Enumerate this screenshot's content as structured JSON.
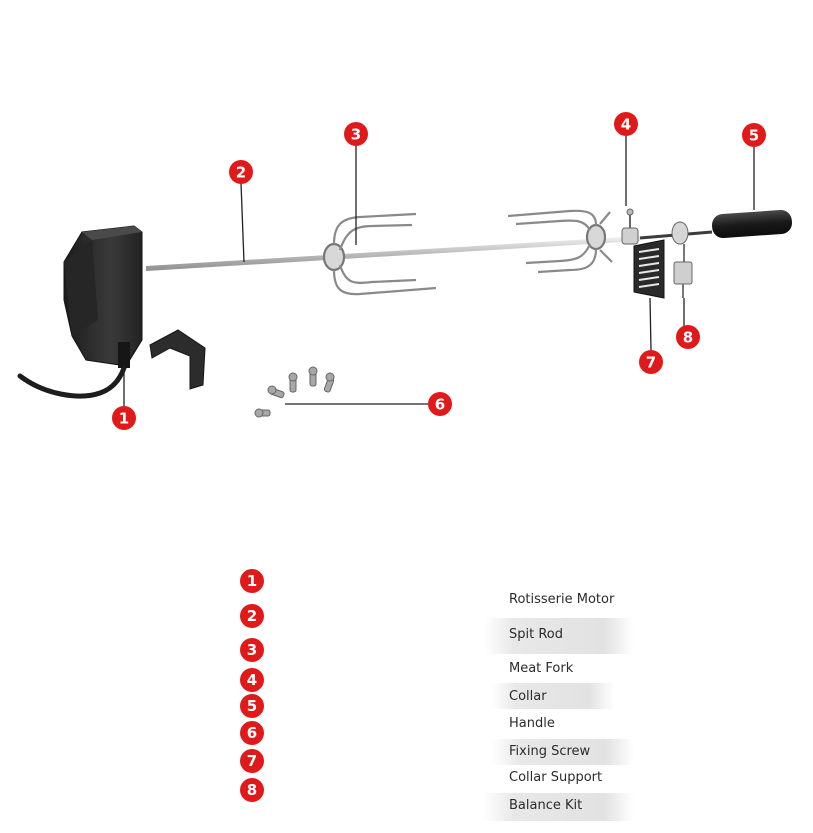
{
  "callouts": [
    "1",
    "2",
    "3",
    "4",
    "5",
    "6",
    "7",
    "8"
  ],
  "legend": {
    "numbers": [
      "1",
      "2",
      "3",
      "4",
      "5",
      "6",
      "7",
      "8"
    ],
    "labels": [
      "Rotisserie Motor",
      "Spit Rod",
      "Meat Fork",
      "Collar",
      "Handle",
      "Fixing Screw",
      "Collar Support",
      "Balance Kit"
    ]
  },
  "colors": {
    "badge": "#e01a1a",
    "motor": "#2a2a2a",
    "rod": "#c8c8c8",
    "leader": "#222222"
  }
}
